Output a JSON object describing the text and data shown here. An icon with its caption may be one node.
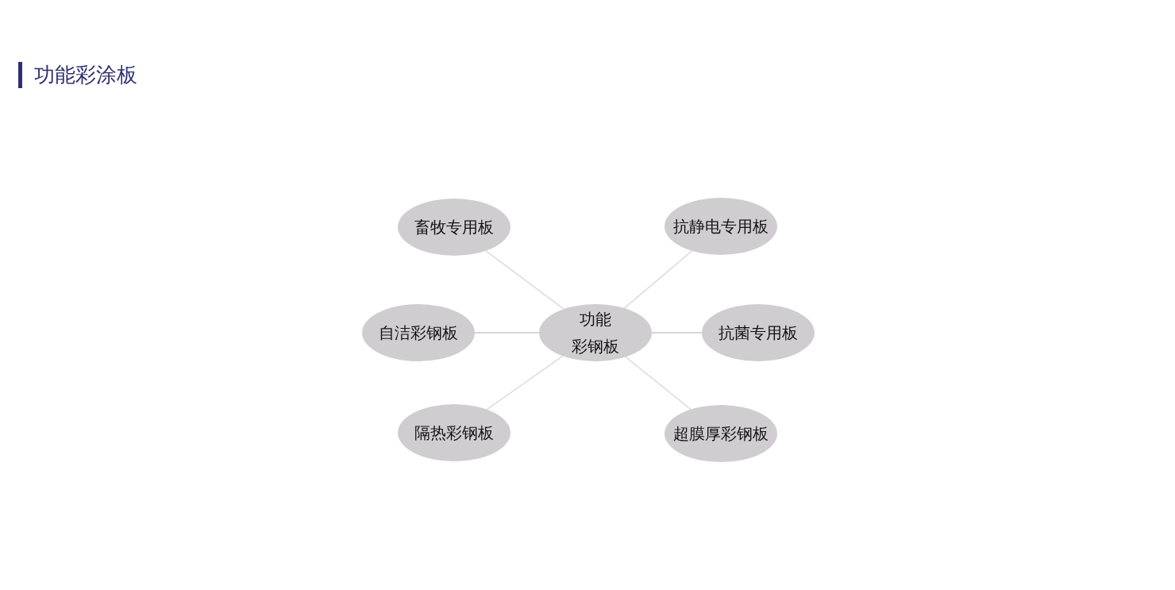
{
  "diagram": {
    "title": "功能彩涂板",
    "nodes": [
      {
        "text": [
          "功能",
          "彩钢板"
        ]
      },
      {
        "text": [
          "畜牧专用板"
        ]
      },
      {
        "text": [
          "抗静电专用板"
        ]
      },
      {
        "text": [
          "自洁彩钢板"
        ]
      },
      {
        "text": [
          "抗菌专用板"
        ]
      },
      {
        "text": [
          "隔热彩钢板"
        ]
      },
      {
        "text": [
          "超膜厚彩钢板"
        ]
      }
    ],
    "edges": [
      {
        "from": 0,
        "to": 1,
        "arrow": "none"
      },
      {
        "from": 0,
        "to": 2,
        "arrow": "none"
      },
      {
        "from": 0,
        "to": 3,
        "arrow": "none"
      },
      {
        "from": 0,
        "to": 4,
        "arrow": "none"
      },
      {
        "from": 0,
        "to": 5,
        "arrow": "none"
      },
      {
        "from": 0,
        "to": 6,
        "arrow": "none"
      }
    ]
  }
}
